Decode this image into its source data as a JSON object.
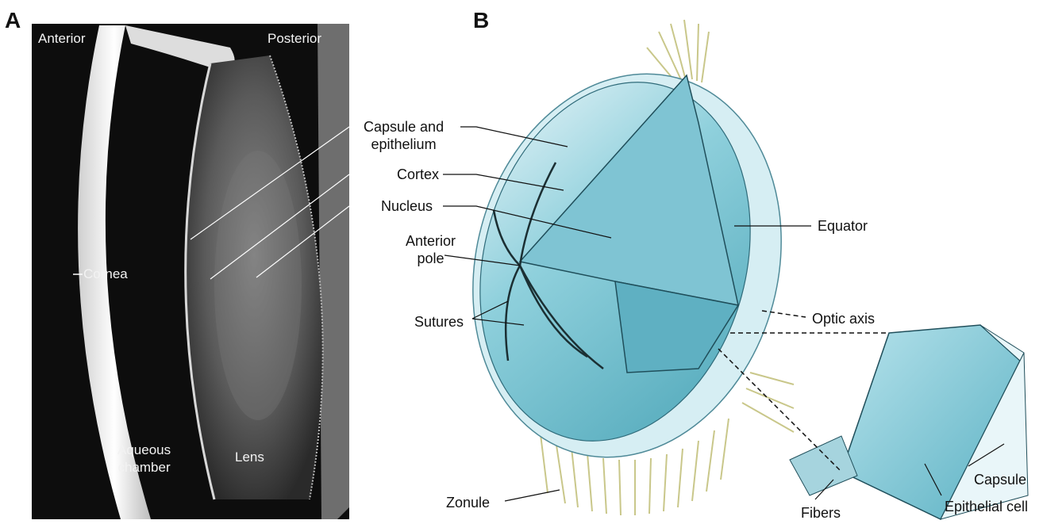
{
  "panels": {
    "a": {
      "letter": "A",
      "labels": {
        "anterior": "Anterior",
        "posterior": "Posterior",
        "cornea": "Cornea",
        "aqueous_line1": "Aqueous",
        "aqueous_line2": "chamber",
        "lens": "Lens"
      }
    },
    "b": {
      "letter": "B",
      "labels": {
        "capsule_line1": "Capsule and",
        "capsule_line2": "epithelium",
        "cortex": "Cortex",
        "nucleus": "Nucleus",
        "anterior_pole_line1": "Anterior",
        "anterior_pole_line2": "pole",
        "sutures": "Sutures",
        "equator": "Equator",
        "optic_axis": "Optic axis",
        "zonule": "Zonule",
        "fibers": "Fibers",
        "epithelial_cell": "Epithelial cell",
        "capsule": "Capsule"
      }
    }
  },
  "colors": {
    "lens_blue": "#8fd0dc",
    "lens_dark": "#4fa7b9",
    "zonule": "#c9c78a",
    "photo_bg": "#0d0d0d"
  }
}
